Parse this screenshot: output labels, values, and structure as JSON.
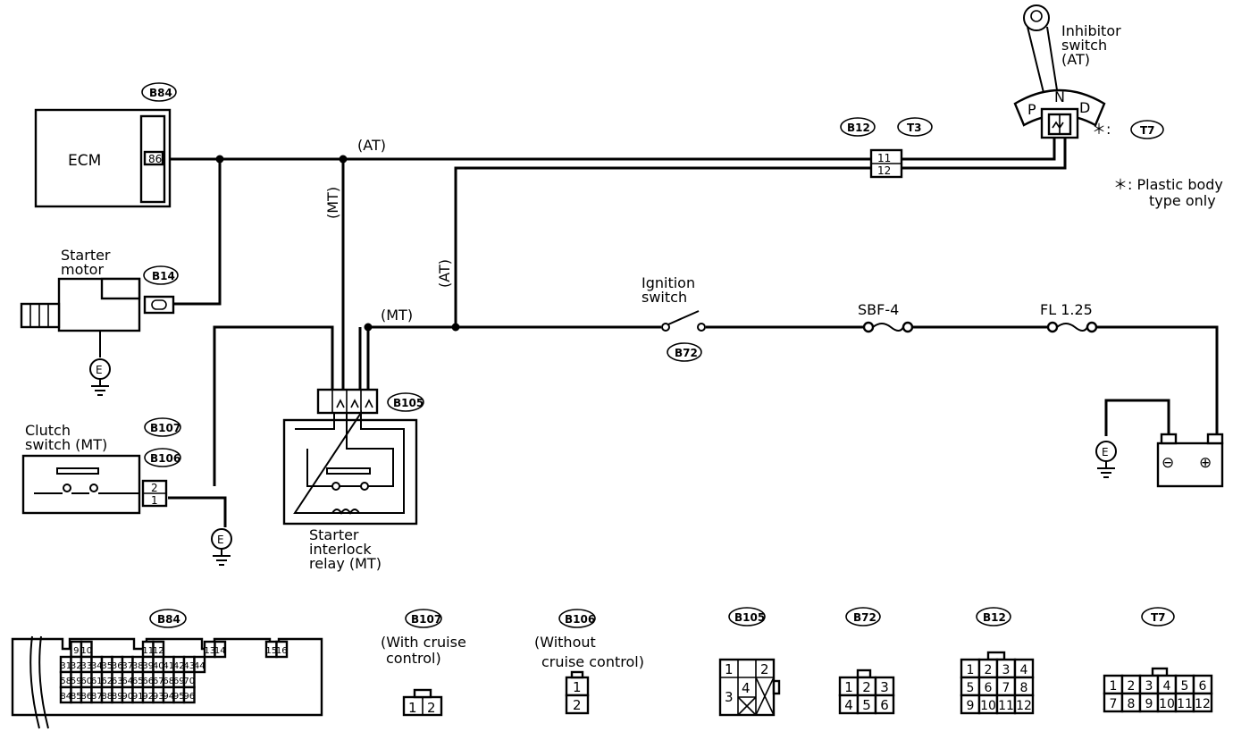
{
  "components": {
    "ecm": {
      "name": "ECM",
      "connector": "B84",
      "pin": "86"
    },
    "starter_motor": {
      "name_line1": "Starter",
      "name_line2": "motor",
      "connector": "B14",
      "ground": "E"
    },
    "clutch_switch": {
      "name_line1": "Clutch",
      "name_line2": "switch (MT)",
      "connector_a": "B107",
      "connector_b": "B106",
      "pin_top": "2",
      "pin_bottom": "1",
      "ground": "E"
    },
    "relay": {
      "name_line1": "Starter",
      "name_line2": "interlock",
      "name_line3": "relay (MT)",
      "connector": "B105"
    },
    "ignition_switch": {
      "name_line1": "Ignition",
      "name_line2": "switch",
      "connector": "B72"
    },
    "fuse_sbf": {
      "name": "SBF-4"
    },
    "fuse_fl": {
      "name": "FL 1.25"
    },
    "battery": {
      "ground": "E",
      "neg": "⊖",
      "pos": "⊕"
    },
    "inhibitor_switch": {
      "name_line1": "Inhibitor",
      "name_line2": "switch",
      "name_line3": "(AT)",
      "connector": "T7",
      "connector_mark": "＊:",
      "pos_p": "P",
      "pos_n": "N",
      "pos_d": "D"
    },
    "joint_connectors": {
      "b12": "B12",
      "t3": "T3",
      "pin_11": "11",
      "pin_12": "12"
    }
  },
  "wire_labels": {
    "at_top": "(AT)",
    "mt_vertical": "(MT)",
    "at_vertical": "(AT)",
    "mt_horizontal": "(MT)"
  },
  "note": {
    "line1": "＊: Plastic body",
    "line2": "type only"
  },
  "connector_views": {
    "b84": {
      "label": "B84",
      "row1": [
        "9",
        "10",
        "11",
        "12",
        "13",
        "14",
        "15",
        "16"
      ],
      "row2": [
        "31",
        "32",
        "33",
        "34",
        "35",
        "36",
        "37",
        "38",
        "39",
        "40",
        "41",
        "42",
        "43",
        "44"
      ],
      "row3": [
        "58",
        "59",
        "60",
        "61",
        "62",
        "63",
        "64",
        "65",
        "66",
        "67",
        "68",
        "69",
        "70"
      ],
      "row4": [
        "84",
        "85",
        "86",
        "87",
        "88",
        "89",
        "90",
        "91",
        "92",
        "93",
        "94",
        "95",
        "96"
      ]
    },
    "b107": {
      "label": "B107",
      "caption_line1": "(With cruise",
      "caption_line2": "control)",
      "pins": [
        "1",
        "2"
      ]
    },
    "b106": {
      "label": "B106",
      "caption_line1": "(Without",
      "caption_line2": "cruise control)",
      "pins": [
        "1",
        "2"
      ]
    },
    "b105": {
      "label": "B105",
      "pins": [
        "1",
        "2",
        "3",
        "4"
      ]
    },
    "b72": {
      "label": "B72",
      "pins": [
        "1",
        "2",
        "3",
        "4",
        "5",
        "6"
      ]
    },
    "b12": {
      "label": "B12",
      "pins": [
        "1",
        "2",
        "3",
        "4",
        "5",
        "6",
        "7",
        "8",
        "9",
        "10",
        "11",
        "12"
      ]
    },
    "t7": {
      "label": "T7",
      "pins": [
        "1",
        "2",
        "3",
        "4",
        "5",
        "6",
        "7",
        "8",
        "9",
        "10",
        "11",
        "12"
      ]
    }
  }
}
